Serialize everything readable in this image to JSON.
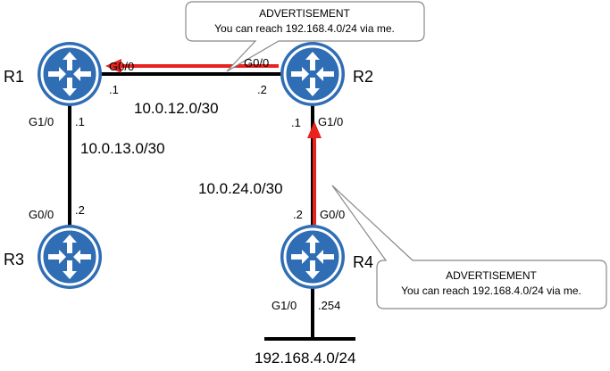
{
  "routers": {
    "r1": {
      "name": "R1"
    },
    "r2": {
      "name": "R2"
    },
    "r3": {
      "name": "R3"
    },
    "r4": {
      "name": "R4"
    }
  },
  "links": {
    "r1_r2": {
      "network": "10.0.12.0/30",
      "r1_interface": "G0/0",
      "r1_host": ".1",
      "r2_interface": "G0/0",
      "r2_host": ".2"
    },
    "r1_r3": {
      "network": "10.0.13.0/30",
      "r1_interface": "G1/0",
      "r1_host": ".1",
      "r3_interface": "G0/0",
      "r3_host": ".2"
    },
    "r2_r4": {
      "network": "10.0.24.0/30",
      "r2_interface": "G1/0",
      "r2_host": ".1",
      "r4_interface": "G0/0",
      "r4_host": ".2"
    },
    "r4_lan": {
      "network": "192.168.4.0/24",
      "r4_interface": "G1/0",
      "r4_host": ".254"
    }
  },
  "callouts": {
    "top": {
      "title": "ADVERTISEMENT",
      "body": "You can reach 192.168.4.0/24 via me."
    },
    "bottom": {
      "title": "ADVERTISEMENT",
      "body": "You can reach 192.168.4.0/24 via me."
    }
  },
  "colors": {
    "router_fill": "#2f6db5",
    "router_ring": "#ffffff",
    "link": "#000000",
    "advert_arrow": "#e8231e",
    "callout_border": "#888888"
  }
}
